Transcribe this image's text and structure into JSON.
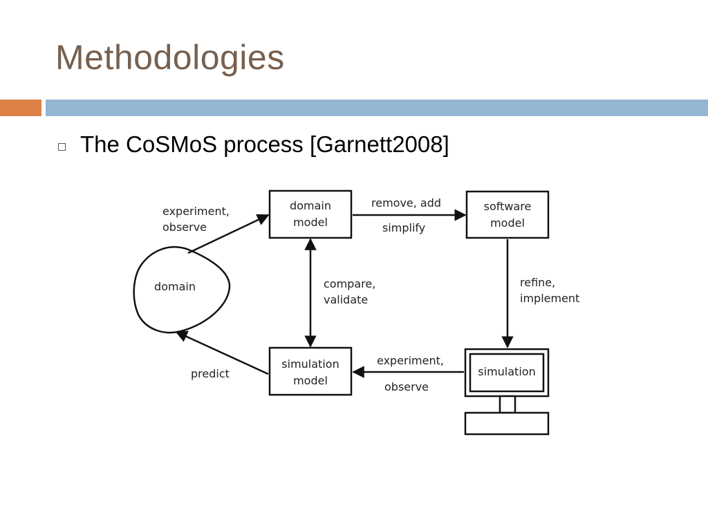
{
  "slide": {
    "title": "Methodologies",
    "bullet": "The CoSMoS process [Garnett2008]"
  },
  "diagram": {
    "nodes": {
      "domain": "domain",
      "domain_model": [
        "domain",
        "model"
      ],
      "software_model": [
        "software",
        "model"
      ],
      "simulation_model": [
        "simulation",
        "model"
      ],
      "simulation": "simulation"
    },
    "edges": {
      "experiment_observe_top": [
        "experiment,",
        "observe"
      ],
      "remove_add": "remove, add",
      "simplify": "simplify",
      "compare_validate": [
        "compare,",
        "validate"
      ],
      "refine_implement": [
        "refine,",
        "implement"
      ],
      "experiment_observe_bottom": [
        "experiment,",
        "observe"
      ],
      "predict": "predict"
    }
  },
  "colors": {
    "title": "#76604f",
    "accent_bar": "#dd8047",
    "main_bar": "#94b6d2"
  }
}
